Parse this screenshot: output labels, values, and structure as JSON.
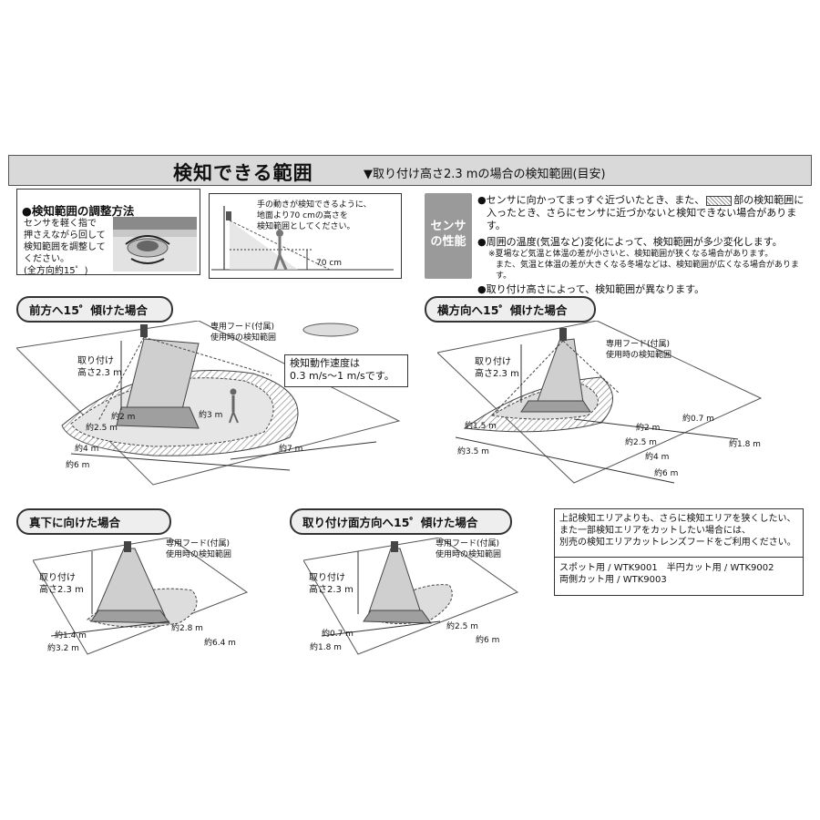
{
  "header": {
    "title": "検知できる範囲",
    "subtitle": "▼取り付け高さ2.3 mの場合の検知範囲(目安)"
  },
  "adjust": {
    "title": "●検知範囲の調整方法",
    "lines": [
      "センサを軽く指で",
      "押さえながら回して",
      "検知範囲を調整して",
      "ください。",
      "(全方向約15゜)"
    ]
  },
  "hand": {
    "lines": [
      "手の動きが検知できるように、",
      "地面より70 cmの高さを",
      "検知範囲としてください。"
    ],
    "height": "70 cm"
  },
  "perf": {
    "label_lines": [
      "センサ",
      "の性能"
    ],
    "b1a": "●センサに向かってまっすぐ近づいたとき、また、",
    "b1b": "部の検知範囲に",
    "b1c": "入ったとき、さらにセンサに近づかないと検知できない場合があります。",
    "b2": "●周囲の温度(気温など)変化によって、検知範囲が多少変化します。",
    "n1": "※夏場など気温と体温の差が小さいと、検知範囲が狭くなる場合があります。",
    "n2": "また、気温と体温の差が大きくなる冬場などは、検知範囲が広くなる場合があります。",
    "b3": "●取り付け高さによって、検知範囲が異なります。"
  },
  "common": {
    "mount": [
      "取り付け",
      "高さ2.3 m"
    ],
    "hood": [
      "専用フード(付属)",
      "使用時の検知範囲"
    ]
  },
  "front": {
    "title": "前方へ15゜傾けた場合",
    "speed": [
      "検知動作速度は",
      "0.3 m/s～1 m/sです。"
    ],
    "dims": [
      "約2 m",
      "約2.5 m",
      "約3 m",
      "約4 m",
      "約6 m",
      "約7 m"
    ]
  },
  "side": {
    "title": "横方向へ15゜傾けた場合",
    "dims": [
      "約1.5 m",
      "約2 m",
      "約2.5 m",
      "約0.7 m",
      "約4 m",
      "約1.8 m",
      "約3.5 m",
      "約6 m"
    ]
  },
  "down": {
    "title": "真下に向けた場合",
    "dims": [
      "約1.4 m",
      "約3.2 m",
      "約2.8 m",
      "約6.4 m"
    ]
  },
  "mountdir": {
    "title": "取り付け面方向へ15゜傾けた場合",
    "dims": [
      "約0.7 m",
      "約1.8 m",
      "約2.5 m",
      "約6 m"
    ]
  },
  "lens": {
    "lines": [
      "上記検知エリアよりも、さらに検知エリアを狭くしたい、",
      "また一部検知エリアをカットしたい場合には、",
      "別売の検知エリアカットレンズフードをご利用ください。"
    ],
    "products": [
      "スポット用 / WTK9001　半円カット用 / WTK9002",
      "両側カット用 / WTK9003"
    ]
  }
}
